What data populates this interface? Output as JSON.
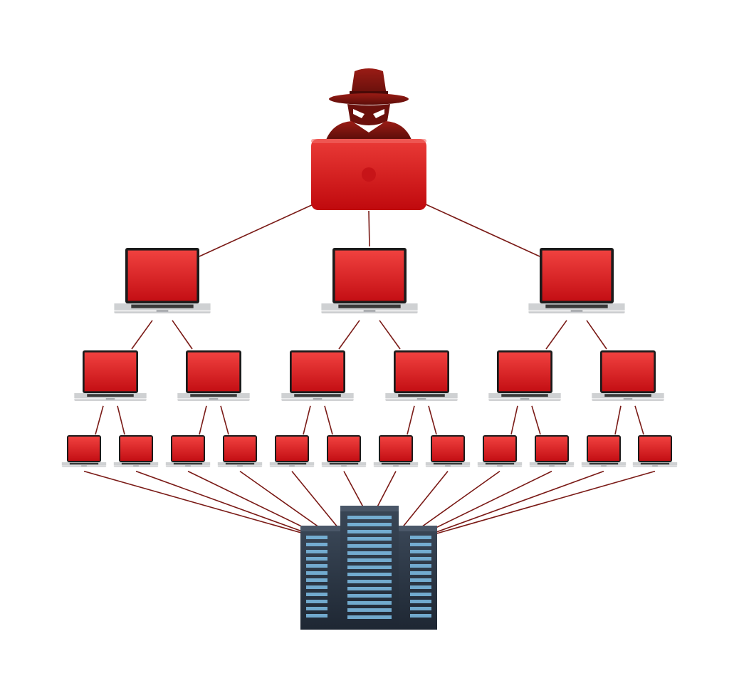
{
  "diagram": {
    "kind": "botnet-ddos-attack",
    "colors": {
      "background": "#ffffff",
      "screen": "#e8262b",
      "screen_dark": "#c40f14",
      "attacker_laptop": "#de2226",
      "hacker_silhouette": "#7a1410",
      "connector_line": "#7a1a16",
      "laptop_base": "#d9dadb",
      "server_body": "#2f3b4a",
      "server_slot": "#7fc0e8"
    },
    "nodes": {
      "attacker": {
        "icon": "hacker-icon",
        "device": "laptop-back-icon"
      },
      "tier1": [
        {
          "icon": "laptop-icon"
        },
        {
          "icon": "laptop-icon"
        },
        {
          "icon": "laptop-icon"
        }
      ],
      "tier2": [
        {
          "icon": "laptop-icon"
        },
        {
          "icon": "laptop-icon"
        },
        {
          "icon": "laptop-icon"
        },
        {
          "icon": "laptop-icon"
        },
        {
          "icon": "laptop-icon"
        },
        {
          "icon": "laptop-icon"
        }
      ],
      "tier3": [
        {
          "icon": "laptop-icon"
        },
        {
          "icon": "laptop-icon"
        },
        {
          "icon": "laptop-icon"
        },
        {
          "icon": "laptop-icon"
        },
        {
          "icon": "laptop-icon"
        },
        {
          "icon": "laptop-icon"
        },
        {
          "icon": "laptop-icon"
        },
        {
          "icon": "laptop-icon"
        },
        {
          "icon": "laptop-icon"
        },
        {
          "icon": "laptop-icon"
        },
        {
          "icon": "laptop-icon"
        },
        {
          "icon": "laptop-icon"
        }
      ],
      "target": {
        "icon": "server-rack-icon"
      }
    },
    "edges": {
      "attacker_to_tier1": [
        [
          0,
          0
        ],
        [
          0,
          1
        ],
        [
          0,
          2
        ]
      ],
      "tier1_to_tier2": [
        [
          0,
          0
        ],
        [
          0,
          1
        ],
        [
          1,
          2
        ],
        [
          1,
          3
        ],
        [
          2,
          4
        ],
        [
          2,
          5
        ]
      ],
      "tier2_to_tier3": [
        [
          0,
          0
        ],
        [
          0,
          1
        ],
        [
          1,
          2
        ],
        [
          1,
          3
        ],
        [
          2,
          4
        ],
        [
          2,
          5
        ],
        [
          3,
          6
        ],
        [
          3,
          7
        ],
        [
          4,
          8
        ],
        [
          4,
          9
        ],
        [
          5,
          10
        ],
        [
          5,
          11
        ]
      ],
      "tier3_to_target": [
        0,
        1,
        2,
        3,
        4,
        5,
        6,
        7,
        8,
        9,
        10,
        11
      ]
    }
  }
}
